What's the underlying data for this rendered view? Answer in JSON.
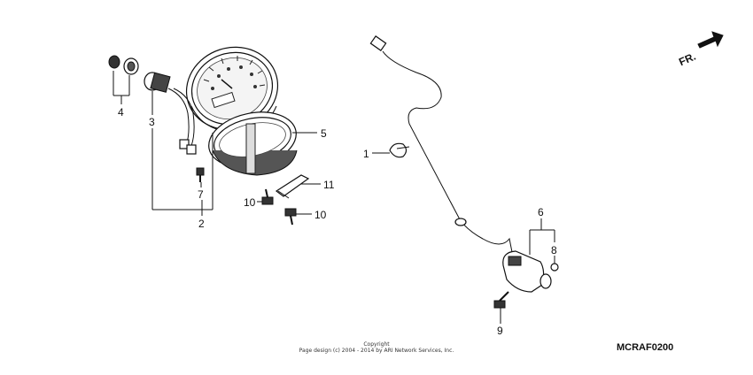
{
  "diagram": {
    "labels": {
      "l1": "1",
      "l2": "2",
      "l3": "3",
      "l4": "4",
      "l5": "5",
      "l6": "6",
      "l7": "7",
      "l8": "8",
      "l9": "9",
      "l10a": "10",
      "l10b": "10",
      "l11": "11"
    },
    "direction": "FR.",
    "copyright": {
      "line1": "Copyright",
      "line2": "Page design (c) 2004 - 2014 by ARI Network Services, Inc."
    },
    "code": "MCRAF0200"
  }
}
